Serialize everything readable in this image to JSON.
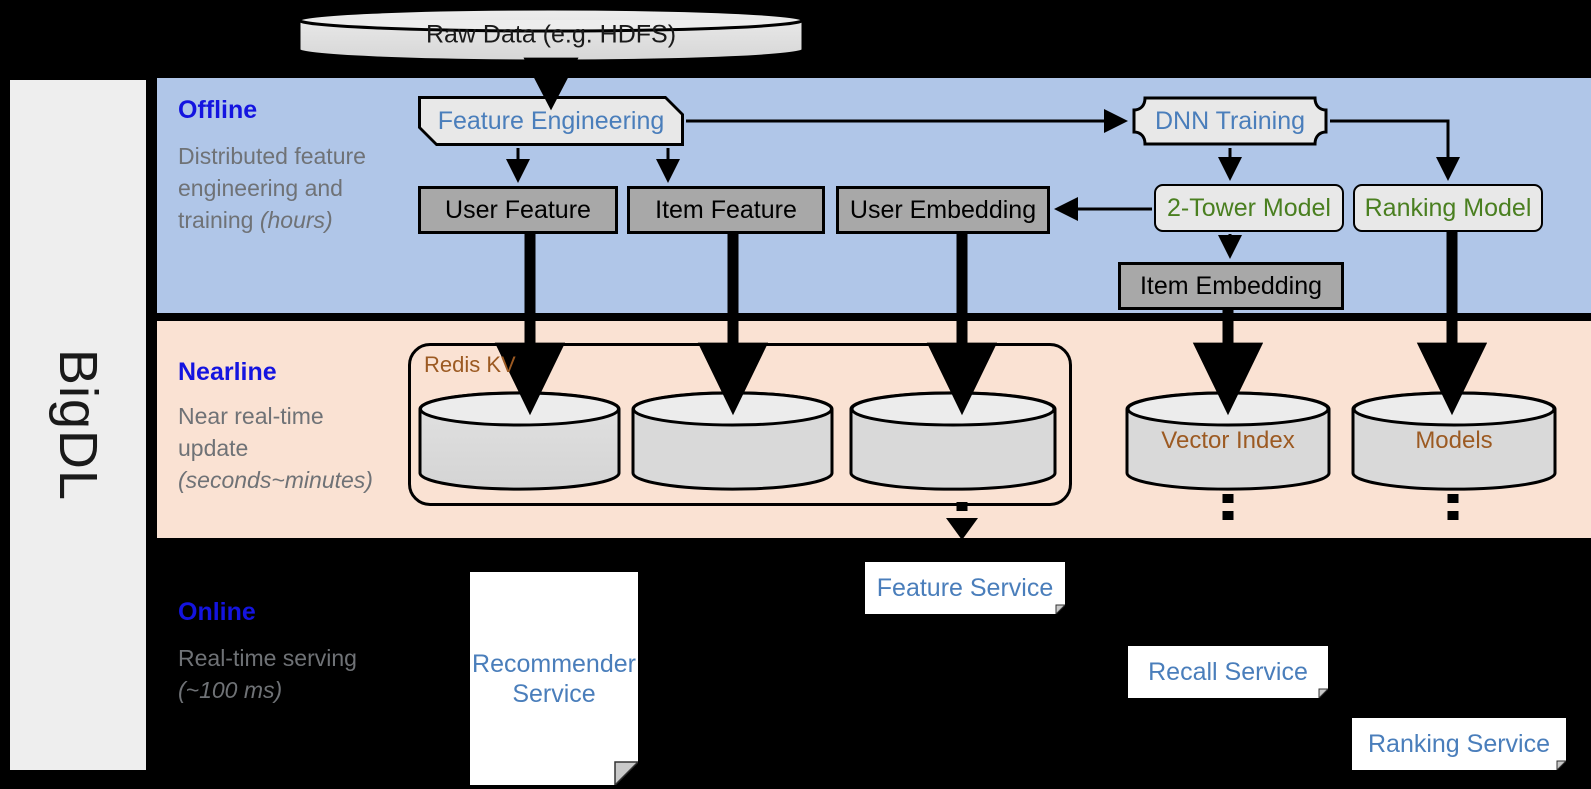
{
  "framework": {
    "name": "BigDL"
  },
  "stages": [
    {
      "id": "offline",
      "title": "Offline",
      "desc": "Distributed feature engineering and training (hours)",
      "desc_plain": "Distributed feature engineering and training",
      "desc_italic": "(hours)",
      "band_color": "#b0c6e8"
    },
    {
      "id": "nearline",
      "title": "Nearline",
      "desc": "Near real-time update (seconds~minutes)",
      "desc_plain": "Near real-time update",
      "desc_italic": "(seconds~minutes)",
      "band_color": "#fae2d3"
    },
    {
      "id": "online",
      "title": "Online",
      "desc": "Real-time serving (~100 ms)",
      "desc_plain": "Real-time serving",
      "desc_italic": "(~100 ms)",
      "band_color": "#000000"
    }
  ],
  "source": {
    "label": "Raw Data (e.g. HDFS)"
  },
  "offline": {
    "process": [
      {
        "id": "feature-engineering",
        "label": "Feature Engineering",
        "text_color": "#4a7ebb"
      },
      {
        "id": "dnn-training",
        "label": "DNN Training",
        "text_color": "#4a7ebb"
      }
    ],
    "models": [
      {
        "id": "two-tower-model",
        "label": "2-Tower Model",
        "text_color": "#4a7f20"
      },
      {
        "id": "ranking-model",
        "label": "Ranking Model",
        "text_color": "#4a7f20"
      }
    ],
    "artifacts": [
      {
        "id": "user-feature",
        "label": "User Feature"
      },
      {
        "id": "item-feature",
        "label": "Item Feature"
      },
      {
        "id": "user-embedding",
        "label": "User Embedding"
      },
      {
        "id": "item-embedding",
        "label": "Item Embedding"
      }
    ]
  },
  "nearline": {
    "redis_group": {
      "label": "Redis KV",
      "text_color": "#9c5a22"
    },
    "stores": [
      {
        "id": "redis-store-1",
        "label": ""
      },
      {
        "id": "redis-store-2",
        "label": ""
      },
      {
        "id": "redis-store-3",
        "label": ""
      },
      {
        "id": "vector-index",
        "label": "Vector Index",
        "text_color": "#9c5a22"
      },
      {
        "id": "models-store",
        "label": "Models",
        "text_color": "#9c5a22"
      }
    ]
  },
  "online": {
    "services": [
      {
        "id": "recommender-service",
        "label": "Recommender Service",
        "line1": "Recommender",
        "line2": "Service"
      },
      {
        "id": "feature-service",
        "label": "Feature Service"
      },
      {
        "id": "recall-service",
        "label": "Recall Service"
      },
      {
        "id": "ranking-service",
        "label": "Ranking Service"
      }
    ]
  },
  "colors": {
    "stage_title": "#1414e0",
    "stage_desc": "#6f7276",
    "process_text": "#4a7ebb",
    "model_text": "#4a7f20",
    "store_text": "#9c5a22",
    "grey_fill": "#a8a8a8",
    "light_fill": "#e8e8e8",
    "offline_band": "#b0c6e8",
    "nearline_band": "#fae2d3",
    "background": "#000000"
  }
}
